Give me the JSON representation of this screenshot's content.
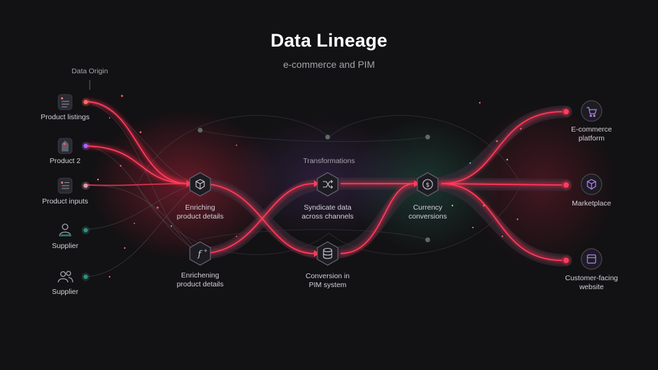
{
  "title": "Data Lineage",
  "subtitle": "e-commerce and PIM",
  "origin_label": "Data Origin",
  "transformations_label": "Transformations",
  "sources": [
    {
      "label": "Product listings",
      "icon": "document-icon",
      "dot_color": "#ff6a5c"
    },
    {
      "label": "Product 2",
      "icon": "tag-icon",
      "dot_color": "#a566ff"
    },
    {
      "label": "Product inputs",
      "icon": "list-icon",
      "dot_color": "#d99aa8"
    },
    {
      "label": "Supplier",
      "icon": "person-icon",
      "dot_color": "#2f8f7f"
    },
    {
      "label": "Supplier",
      "icon": "people-icon",
      "dot_color": "#2f8f7f"
    }
  ],
  "steps": [
    {
      "label_1": "Enriching",
      "label_2": "product details",
      "icon": "cube-icon"
    },
    {
      "label_1": "Enrichening",
      "label_2": "product details",
      "icon": "function-icon"
    },
    {
      "label_1": "Syndicate data",
      "label_2": "across channels",
      "icon": "shuffle-icon"
    },
    {
      "label_1": "Conversion in",
      "label_2": "PIM system",
      "icon": "database-icon"
    },
    {
      "label_1": "Currency",
      "label_2": "conversions",
      "icon": "dollar-icon"
    }
  ],
  "targets": [
    {
      "label_1": "E-commerce",
      "label_2": "platform",
      "icon": "cart-icon"
    },
    {
      "label_1": "Marketplace",
      "label_2": "",
      "icon": "box-icon"
    },
    {
      "label_1": "Customer-facing",
      "label_2": "website",
      "icon": "window-icon"
    }
  ],
  "colors": {
    "background": "#121113",
    "flow": "#ff3c5a",
    "flow_glow": "#ff2b4d",
    "teal_glow": "#1f5a4a",
    "purple_glow": "#3a2450",
    "icon_accent": "#b983ff"
  }
}
